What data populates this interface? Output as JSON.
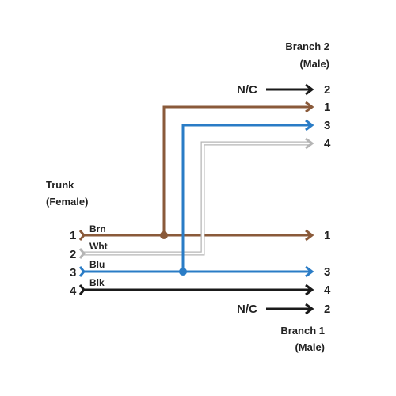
{
  "colors": {
    "brown": "#8a5a3a",
    "blue": "#2a7cc6",
    "black": "#1a1a1a",
    "white_outline": "#b5b5b5",
    "text": "#222222"
  },
  "trunk": {
    "title": "Trunk",
    "subtitle": "(Female)",
    "pins": [
      "1",
      "2",
      "3",
      "4"
    ]
  },
  "wires": {
    "brown": "Brn",
    "white": "Wht",
    "blue": "Blu",
    "black": "Blk"
  },
  "branch1": {
    "title": "Branch 1",
    "subtitle": "(Male)",
    "pins": [
      "1",
      "3",
      "4",
      "2"
    ],
    "nc": "N/C"
  },
  "branch2": {
    "title": "Branch 2",
    "subtitle": "(Male)",
    "pins": [
      "2",
      "1",
      "3",
      "4"
    ],
    "nc": "N/C"
  }
}
